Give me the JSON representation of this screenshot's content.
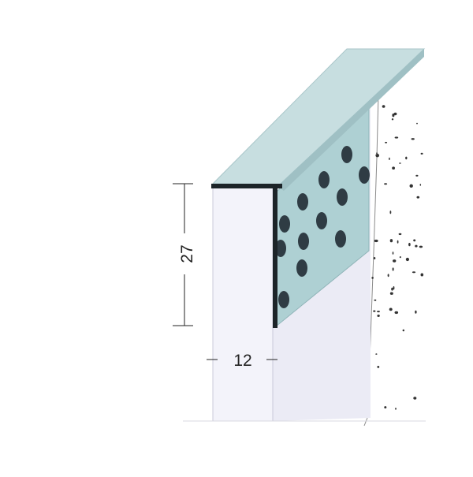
{
  "diagram": {
    "dimensions": {
      "height_label": "27",
      "thickness_label": "12"
    },
    "colors": {
      "profile_top": "#c7dee0",
      "profile_top_edge": "#a9c6c9",
      "mesh_flange": "#aed0d3",
      "mesh_hole": "#2f3c44",
      "plaster_front": "#f3f3fa",
      "plaster_side": "#ebebf5",
      "wall_fill": "#ffffff",
      "wall_speckle": "#333333",
      "dimension_line": "#222222",
      "profile_edge_dark": "#1c2428"
    },
    "icons": {
      "wall": "concrete-wall-illustration",
      "profile": "plaster-edge-profile-illustration"
    }
  }
}
